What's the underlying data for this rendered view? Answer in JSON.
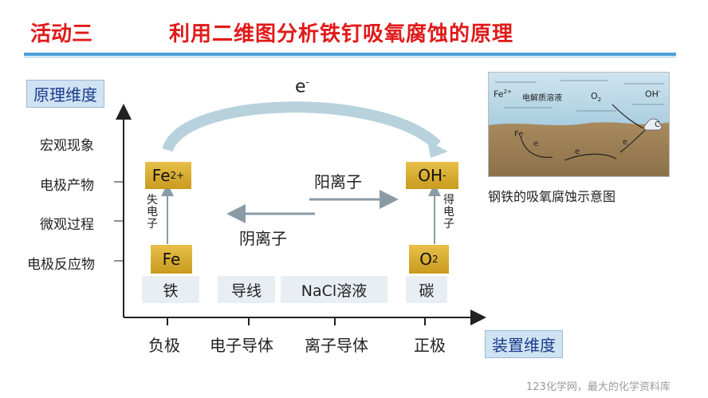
{
  "header": {
    "activity": "活动三",
    "title": "利用二维图分析铁钉吸氧腐蚀的原理"
  },
  "axes": {
    "y_title": "原理维度",
    "x_title": "装置维度",
    "y_levels": [
      "宏观现象",
      "电极产物",
      "微观过程",
      "电极反应物"
    ],
    "x_levels": [
      "负极",
      "电子导体",
      "离子导体",
      "正极"
    ]
  },
  "diagram": {
    "electron": "e",
    "electron_sup": "-",
    "fe_product": "Fe",
    "fe_product_sup": "2+",
    "oh_product": "OH",
    "oh_product_sup": "-",
    "fe_reactant": "Fe",
    "o2_reactant": "O",
    "o2_reactant_sub": "2",
    "lose_electron": [
      "失",
      "电",
      "子"
    ],
    "gain_electron": [
      "得",
      "电",
      "子"
    ],
    "cation": "阳离子",
    "anion": "阴离子",
    "device": [
      "铁",
      "导线",
      "NaCl溶液",
      "碳"
    ]
  },
  "photo": {
    "caption": "钢铁的吸氧腐蚀示意图",
    "labels": {
      "fe2": "Fe",
      "fe2_sup": "2+",
      "electrolyte": "电解质溶液",
      "o2": "O",
      "o2_sub": "2",
      "oh": "OH",
      "oh_sup": "-",
      "fe": "Fe",
      "e1": "e",
      "e2": "e",
      "e3": "e",
      "c": "C"
    }
  },
  "footer": "123化学网，最大的化学资料库",
  "colors": {
    "title_red": "#e11a1a",
    "rule_blue": "#4aa0d8",
    "gold": "#d9ad33",
    "label_blue": "#1d3c8c"
  }
}
